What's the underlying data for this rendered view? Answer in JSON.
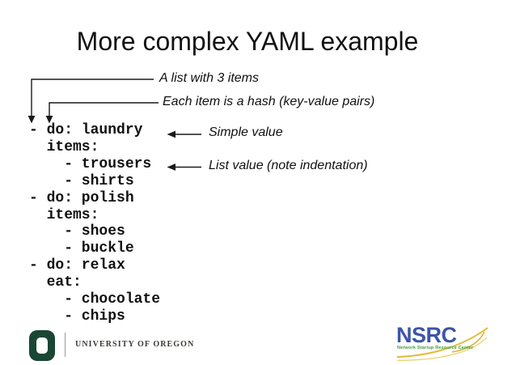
{
  "slide": {
    "title": "More complex YAML example",
    "annotations": {
      "list": "A list with 3 items",
      "hash": "Each item is a hash (key-value pairs)",
      "simple": "Simple value",
      "list_value": "List value (note indentation)"
    },
    "code_lines": [
      "- do: laundry",
      "  items:",
      "    - trousers",
      "    - shirts",
      "- do: polish",
      "  items:",
      "    - shoes",
      "    - buckle",
      "- do: relax",
      "  eat:",
      "    - chocolate",
      "    - chips"
    ],
    "footer": {
      "uo_wordmark": "UNIVERSITY OF OREGON",
      "nsrc_acronym": "NSRC",
      "nsrc_tagline": "Network Startup Resource Center"
    },
    "colors": {
      "text": "#111111",
      "uo_green": "#1a4734",
      "uo_wordmark_gray": "#3c3b36",
      "nsrc_blue": "#3b55a8",
      "nsrc_green": "#3f9c35",
      "swoosh_gold": "#e2ba3c"
    },
    "icons": {
      "uo_o": "oregon-o-logo",
      "arrows": "annotation-arrows"
    }
  }
}
